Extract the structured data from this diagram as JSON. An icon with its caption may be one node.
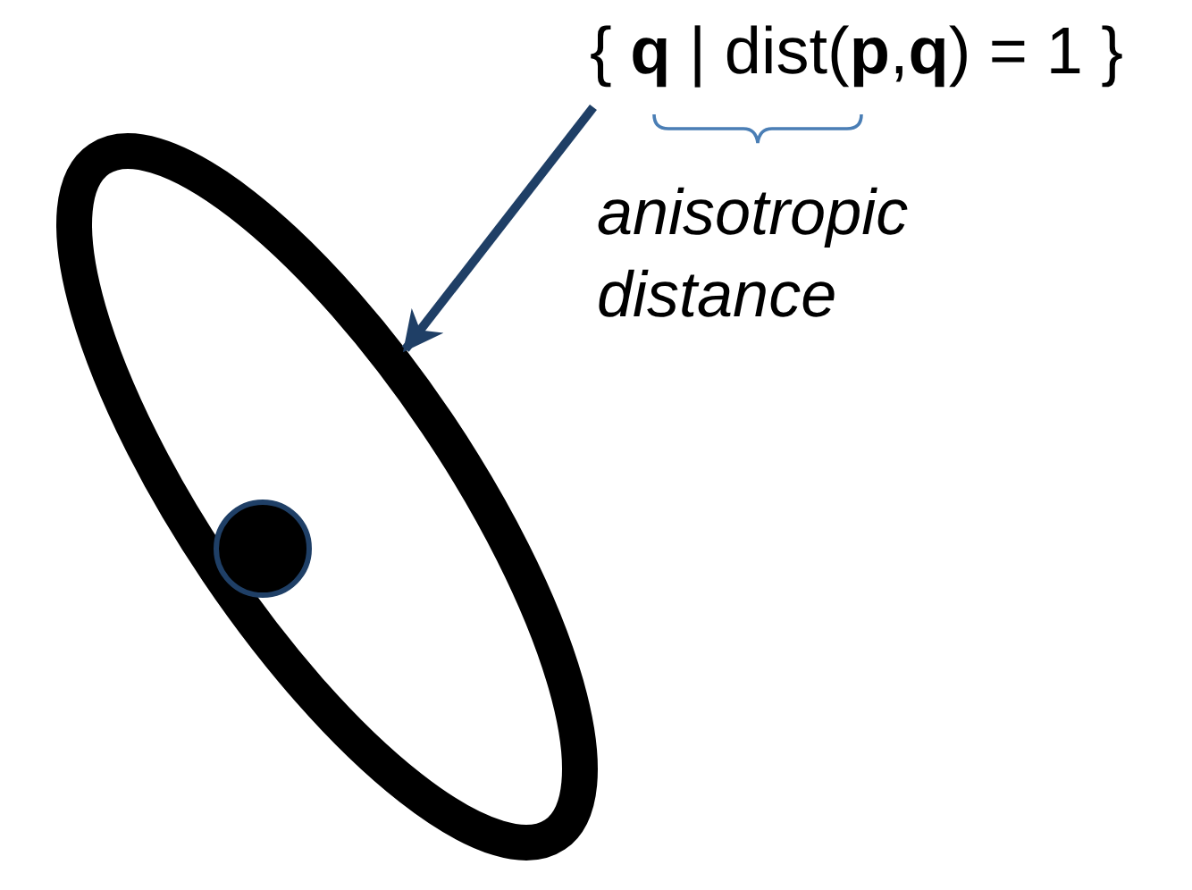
{
  "diagram": {
    "nodes": [
      {
        "text": [
          "{ **q** | dist(**p**,**q**) = 1 }"
        ]
      },
      {
        "text": [],
        "shape": "ellipse"
      }
    ],
    "edges": [
      {
        "from": 0,
        "to": 1,
        "arrow": "to",
        "color": "#1f3f66"
      }
    ],
    "labels": [
      "anisotropic distance"
    ]
  }
}
